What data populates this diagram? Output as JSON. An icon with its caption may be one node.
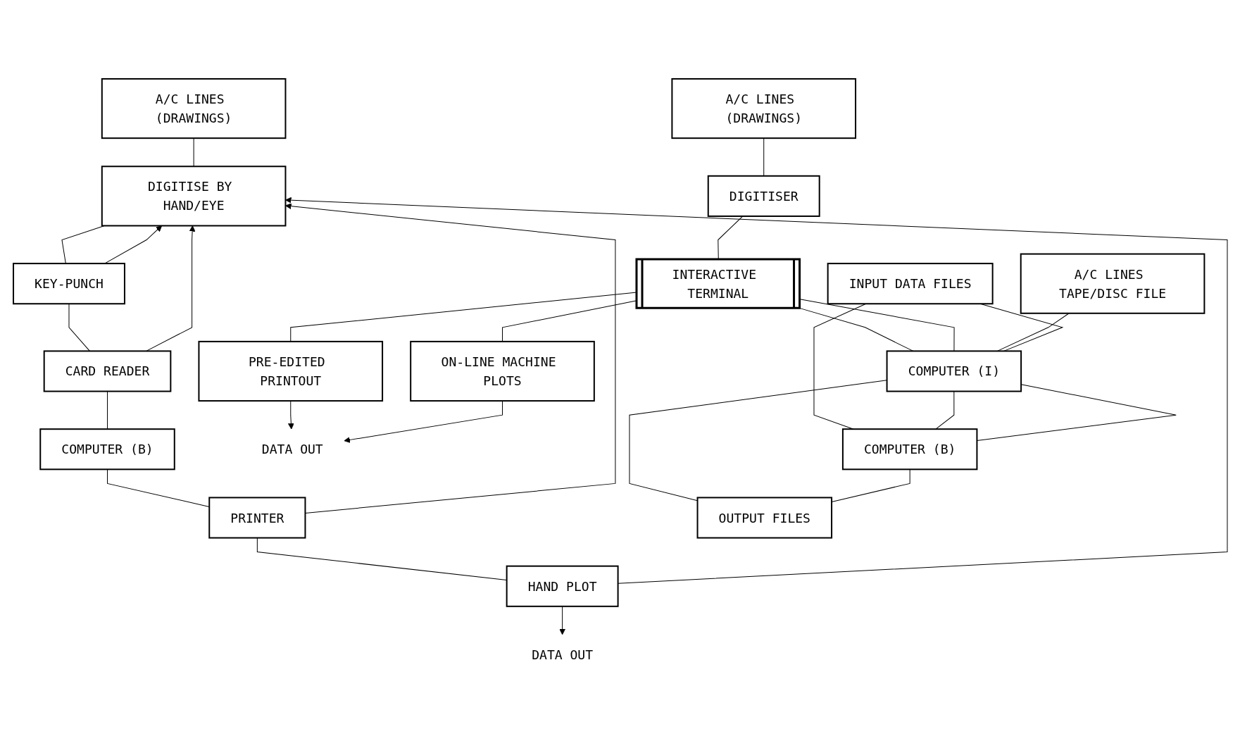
{
  "diagram": {
    "nodes": [
      {
        "text": [
          "A/C LINES (DRAWINGS)"
        ]
      },
      {
        "text": [
          "DIGITISE BY HAND/EYE"
        ]
      },
      {
        "text": [
          "KEY-PUNCH"
        ]
      },
      {
        "text": [
          "CARD READER"
        ]
      },
      {
        "text": [
          "COMPUTER (B)"
        ]
      },
      {
        "text": [
          "PRINTER"
        ]
      },
      {
        "text": [
          "HAND PLOT"
        ]
      },
      {
        "text": [
          "DATA OUT"
        ]
      },
      {
        "text": [
          "A/C LINES (DRAWINGS)"
        ]
      },
      {
        "text": [
          "DIGITISER"
        ]
      },
      {
        "text": [
          "INTERACTIVE TERMINAL"
        ]
      },
      {
        "text": [
          "ON-LINE MACHINE PLOTS"
        ]
      },
      {
        "text": [
          "PRE-EDITED PRINTOUT"
        ]
      },
      {
        "text": [
          "DATA OUT"
        ]
      },
      {
        "text": [
          "A/C LINES TAPE/DISC FILE"
        ]
      },
      {
        "text": [
          "INPUT DATA FILES"
        ]
      },
      {
        "text": [
          "COMPUTER (I)"
        ]
      },
      {
        "text": [
          "COMPUTER (B)"
        ]
      },
      {
        "text": [
          "OUTPUT FILES"
        ]
      }
    ],
    "edges": [
      {
        "from": 0,
        "to": 1,
        "arrow": "none"
      },
      {
        "from": 1,
        "to": 2,
        "arrow": "none"
      },
      {
        "from": 2,
        "to": 3,
        "arrow": "none"
      },
      {
        "from": 3,
        "to": 4,
        "arrow": "none"
      },
      {
        "from": 4,
        "to": 5,
        "arrow": "none"
      },
      {
        "from": 5,
        "to": 6,
        "arrow": "none"
      },
      {
        "from": 6,
        "to": 7,
        "arrow": "to"
      },
      {
        "from": 2,
        "to": 1,
        "arrow": "to"
      },
      {
        "from": 3,
        "to": 1,
        "arrow": "to"
      },
      {
        "from": 5,
        "to": 1,
        "arrow": "to"
      },
      {
        "from": 6,
        "to": 1,
        "arrow": "to"
      },
      {
        "from": 8,
        "to": 9,
        "arrow": "none"
      },
      {
        "from": 9,
        "to": 10,
        "arrow": "none"
      },
      {
        "from": 10,
        "to": 12,
        "arrow": "none"
      },
      {
        "from": 10,
        "to": 11,
        "arrow": "none"
      },
      {
        "from": 12,
        "to": 13,
        "arrow": "to"
      },
      {
        "from": 11,
        "to": 13,
        "arrow": "to"
      },
      {
        "from": 10,
        "to": 16,
        "arrow": "none"
      },
      {
        "from": 10,
        "to": 16,
        "arrow": "none"
      },
      {
        "from": 14,
        "to": 16,
        "arrow": "none"
      },
      {
        "from": 15,
        "to": 16,
        "arrow": "none"
      },
      {
        "from": 15,
        "to": 17,
        "arrow": "none"
      },
      {
        "from": 16,
        "to": 17,
        "arrow": "none"
      },
      {
        "from": 16,
        "to": 17,
        "arrow": "none"
      },
      {
        "from": 16,
        "to": 18,
        "arrow": "none"
      },
      {
        "from": 17,
        "to": 18,
        "arrow": "none"
      }
    ]
  }
}
